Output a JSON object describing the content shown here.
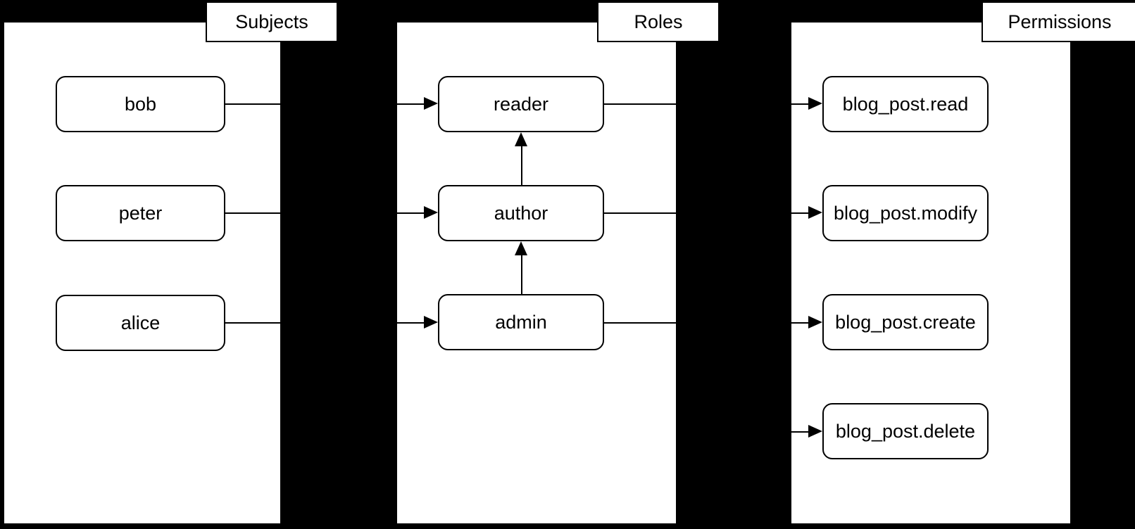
{
  "diagram": {
    "title": "RBAC relationship diagram",
    "background_color": "#000000",
    "panel_color": "#ffffff",
    "stroke_color": "#000000"
  },
  "panels": [
    {
      "id": "subjects",
      "label": "Subjects"
    },
    {
      "id": "roles",
      "label": "Roles"
    },
    {
      "id": "permissions",
      "label": "Permissions"
    }
  ],
  "subjects": {
    "nodes": [
      {
        "id": "bob",
        "label": "bob"
      },
      {
        "id": "peter",
        "label": "peter"
      },
      {
        "id": "alice",
        "label": "alice"
      }
    ]
  },
  "roles": {
    "nodes": [
      {
        "id": "reader",
        "label": "reader"
      },
      {
        "id": "author",
        "label": "author"
      },
      {
        "id": "admin",
        "label": "admin"
      }
    ]
  },
  "permissions": {
    "nodes": [
      {
        "id": "blog_post_read",
        "label": "blog_post.read"
      },
      {
        "id": "blog_post_modify",
        "label": "blog_post.modify"
      },
      {
        "id": "blog_post_create",
        "label": "blog_post.create"
      },
      {
        "id": "blog_post_delete",
        "label": "blog_post.delete"
      }
    ]
  },
  "edges": [
    {
      "from": "bob",
      "to": "reader"
    },
    {
      "from": "peter",
      "to": "author"
    },
    {
      "from": "alice",
      "to": "admin"
    },
    {
      "from": "author",
      "to": "reader"
    },
    {
      "from": "admin",
      "to": "author"
    },
    {
      "from": "reader",
      "to": "blog_post.read"
    },
    {
      "from": "author",
      "to": "blog_post.modify"
    },
    {
      "from": "admin",
      "to": "blog_post.create"
    },
    {
      "from": "admin",
      "to": "blog_post.delete"
    }
  ]
}
